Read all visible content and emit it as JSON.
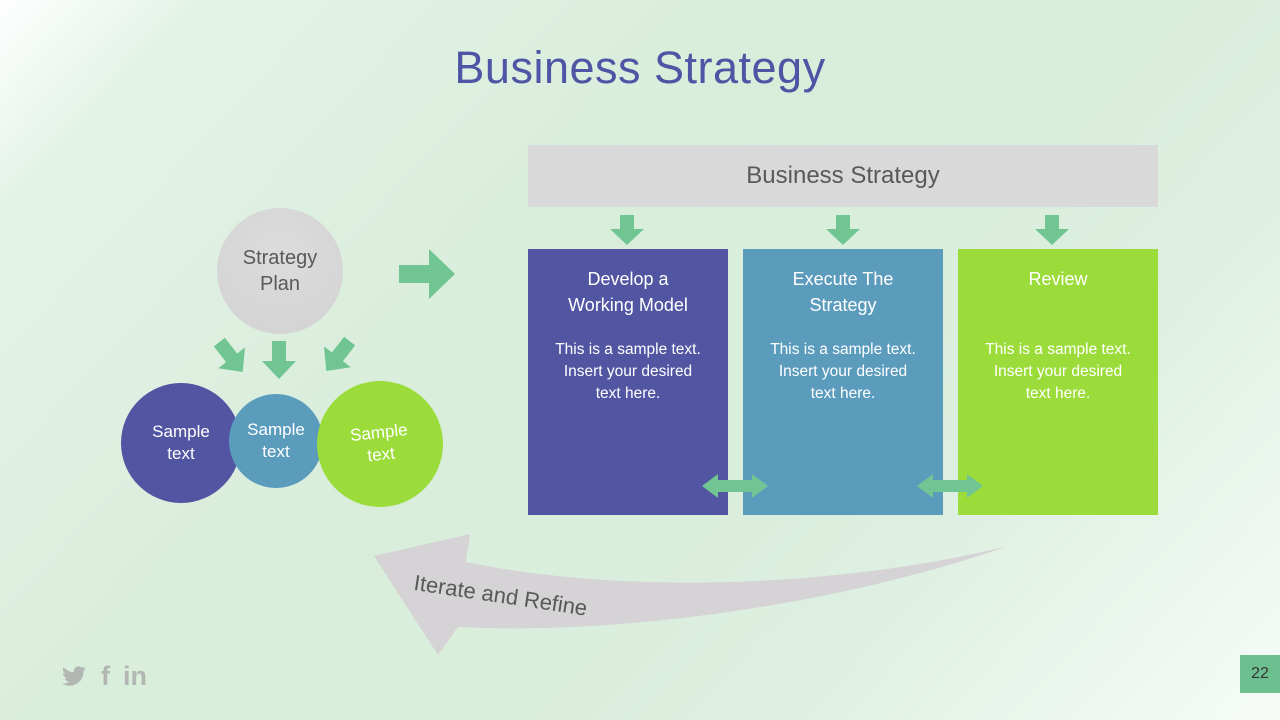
{
  "slide": {
    "title": "Business Strategy",
    "page_number": "22"
  },
  "left_diagram": {
    "hub_label": "Strategy Plan",
    "satellite_circles": [
      {
        "label": "Sample text"
      },
      {
        "label": "Sample text"
      },
      {
        "label": "Sample text"
      }
    ]
  },
  "right_diagram": {
    "header": "Business Strategy",
    "boxes": [
      {
        "title": "Develop a Working Model",
        "body": "This is a sample text. Insert your desired text here."
      },
      {
        "title": "Execute The Strategy",
        "body": "This is a sample text. Insert your desired text here."
      },
      {
        "title": "Review",
        "body": "This is a sample text. Insert your desired text here."
      }
    ]
  },
  "bottom_arrow": {
    "label": "Iterate and Refine"
  },
  "footer": {
    "social_icons": [
      "twitter",
      "facebook",
      "linkedin"
    ],
    "facebook_glyph": "f",
    "linkedin_glyph": "in"
  },
  "colors": {
    "title_color": "#4d55a4",
    "purple": "#5155a2",
    "blue": "#5b9cbd",
    "green": "#9cdc3a",
    "accent_green": "#70c593",
    "gray_shape": "#d9d9d9",
    "swoosh_gray": "#d5d3d5",
    "text_gray": "#595959",
    "page_box_green": "#6cbf8e",
    "social_icon_gray": "#b2b7b3"
  }
}
